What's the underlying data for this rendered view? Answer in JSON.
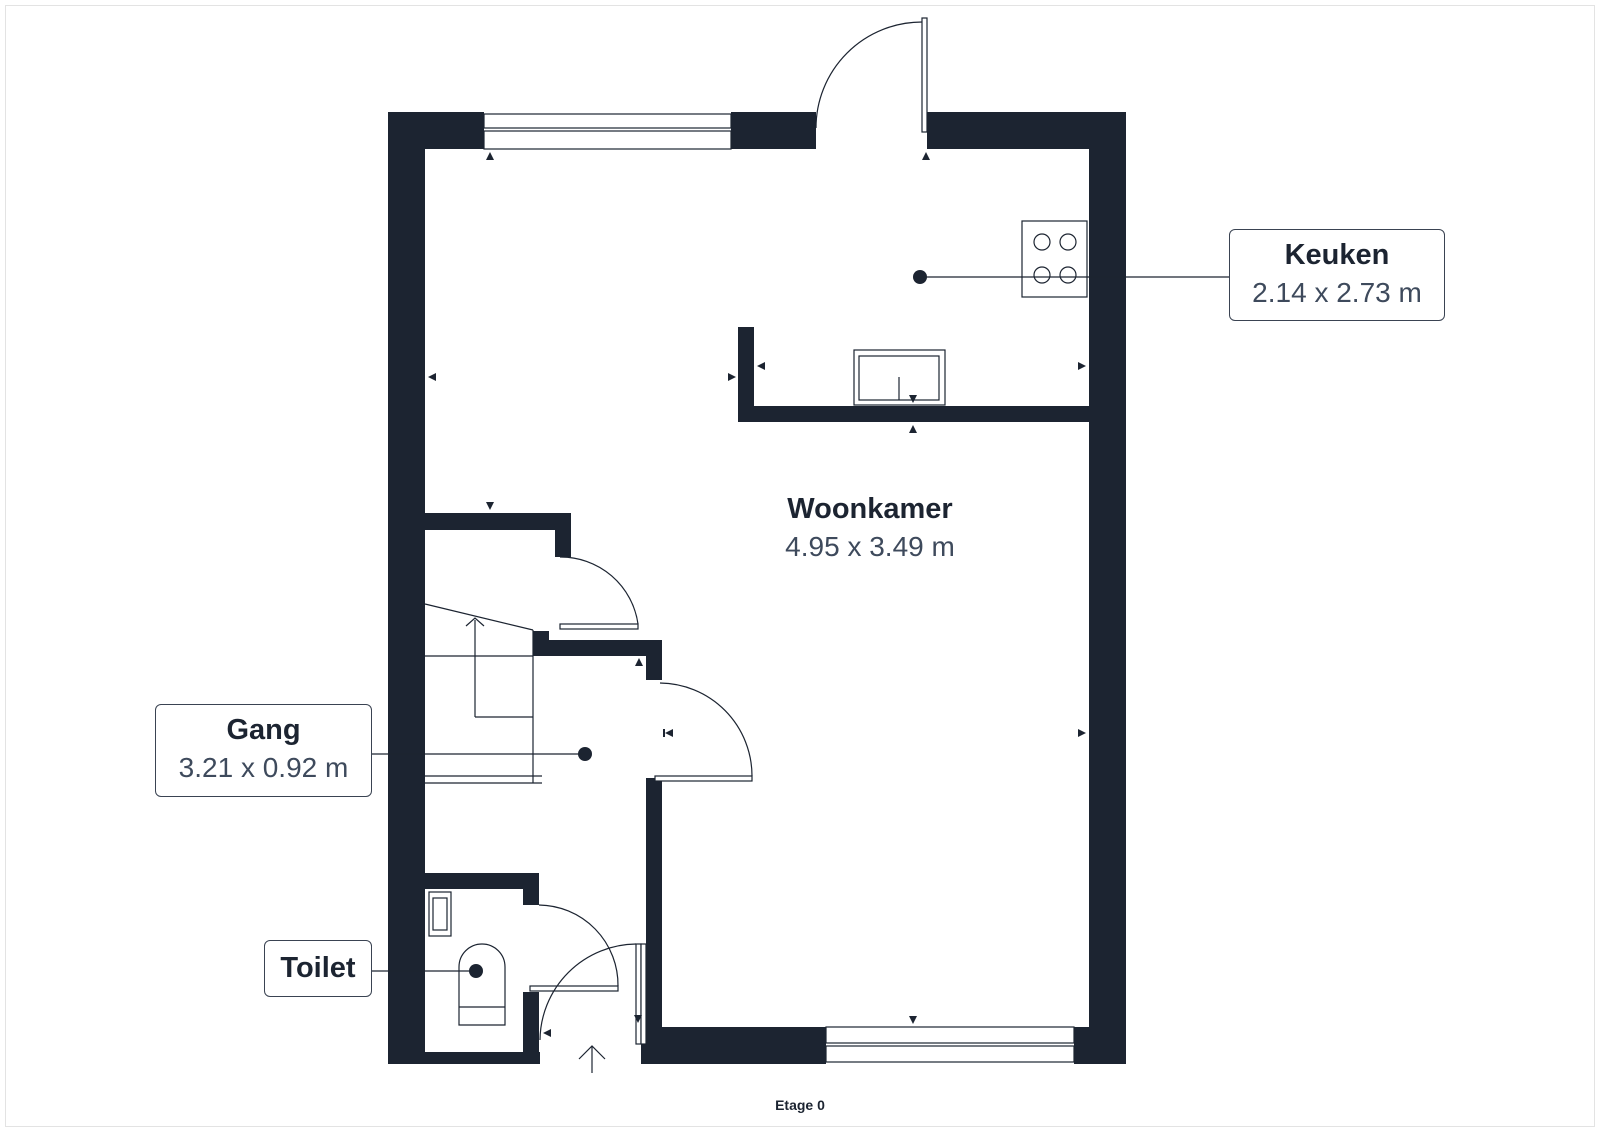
{
  "rooms": {
    "woonkamer": {
      "name": "Woonkamer",
      "dimensions": "4.95 x 3.49 m"
    },
    "keuken": {
      "name": "Keuken",
      "dimensions": "2.14 x 2.73 m"
    },
    "gang": {
      "name": "Gang",
      "dimensions": "3.21 x 0.92 m"
    },
    "toilet": {
      "name": "Toilet"
    }
  },
  "floor_label": "Etage 0",
  "colors": {
    "wall": "#1c2431",
    "background": "#ffffff",
    "label_border": "#3a4352"
  }
}
